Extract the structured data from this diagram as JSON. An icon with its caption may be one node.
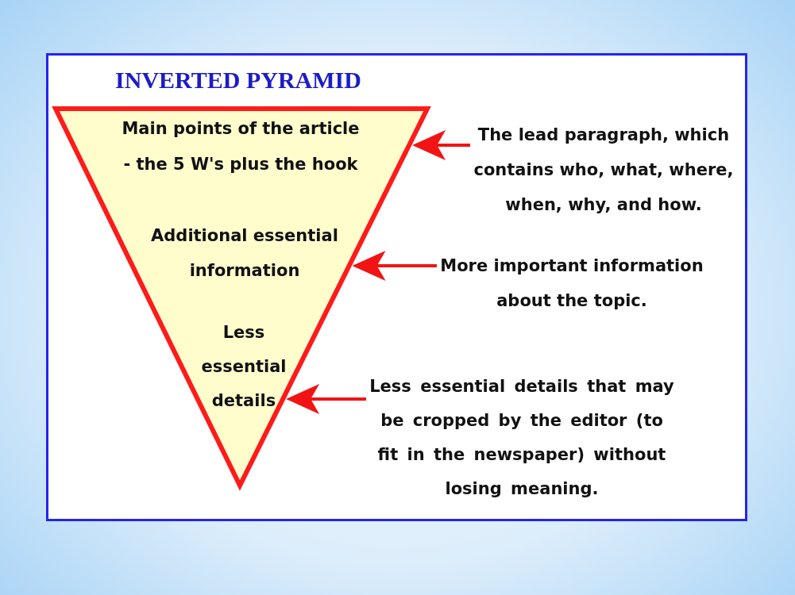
{
  "diagram": {
    "title": "INVERTED PYRAMID",
    "nodes": [
      {
        "text": [
          "Main points of the article - the 5 W's plus the hook",
          "Additional essential information",
          "Less essential details"
        ]
      },
      {
        "text": [
          "The lead paragraph, which contains who, what, where, when, why, and how."
        ]
      },
      {
        "text": [
          "More important information about the topic."
        ]
      },
      {
        "text": [
          "Less essential details that may be cropped by the editor (to fit in the newspaper) without losing meaning."
        ]
      }
    ],
    "edges": [
      {
        "from": 1,
        "to": 0,
        "arrow": "to"
      },
      {
        "from": 2,
        "to": 0,
        "arrow": "to"
      },
      {
        "from": 3,
        "to": 0,
        "arrow": "to"
      }
    ]
  }
}
